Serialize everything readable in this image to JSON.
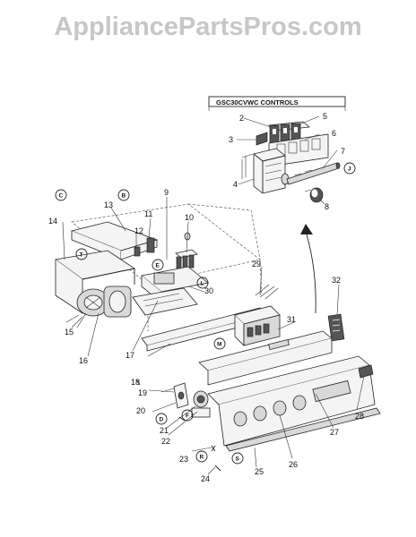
{
  "watermark": "AppliancePartsPros.com",
  "inset": {
    "title": "GSC30CVWC CONTROLS"
  },
  "part_numbers": [
    "2",
    "3",
    "4",
    "5",
    "6",
    "7",
    "8",
    "9",
    "10",
    "11",
    "12",
    "13",
    "14",
    "15",
    "16",
    "17",
    "18",
    "19",
    "20",
    "21",
    "22",
    "23",
    "24",
    "25",
    "26",
    "27",
    "28",
    "29",
    "30",
    "31",
    "32"
  ],
  "letters": {
    "C": "C",
    "B": "B",
    "T": "T",
    "E": "E",
    "L": "L",
    "M": "M",
    "J": "J",
    "D": "D",
    "F": "F",
    "R": "R",
    "S": "S"
  }
}
